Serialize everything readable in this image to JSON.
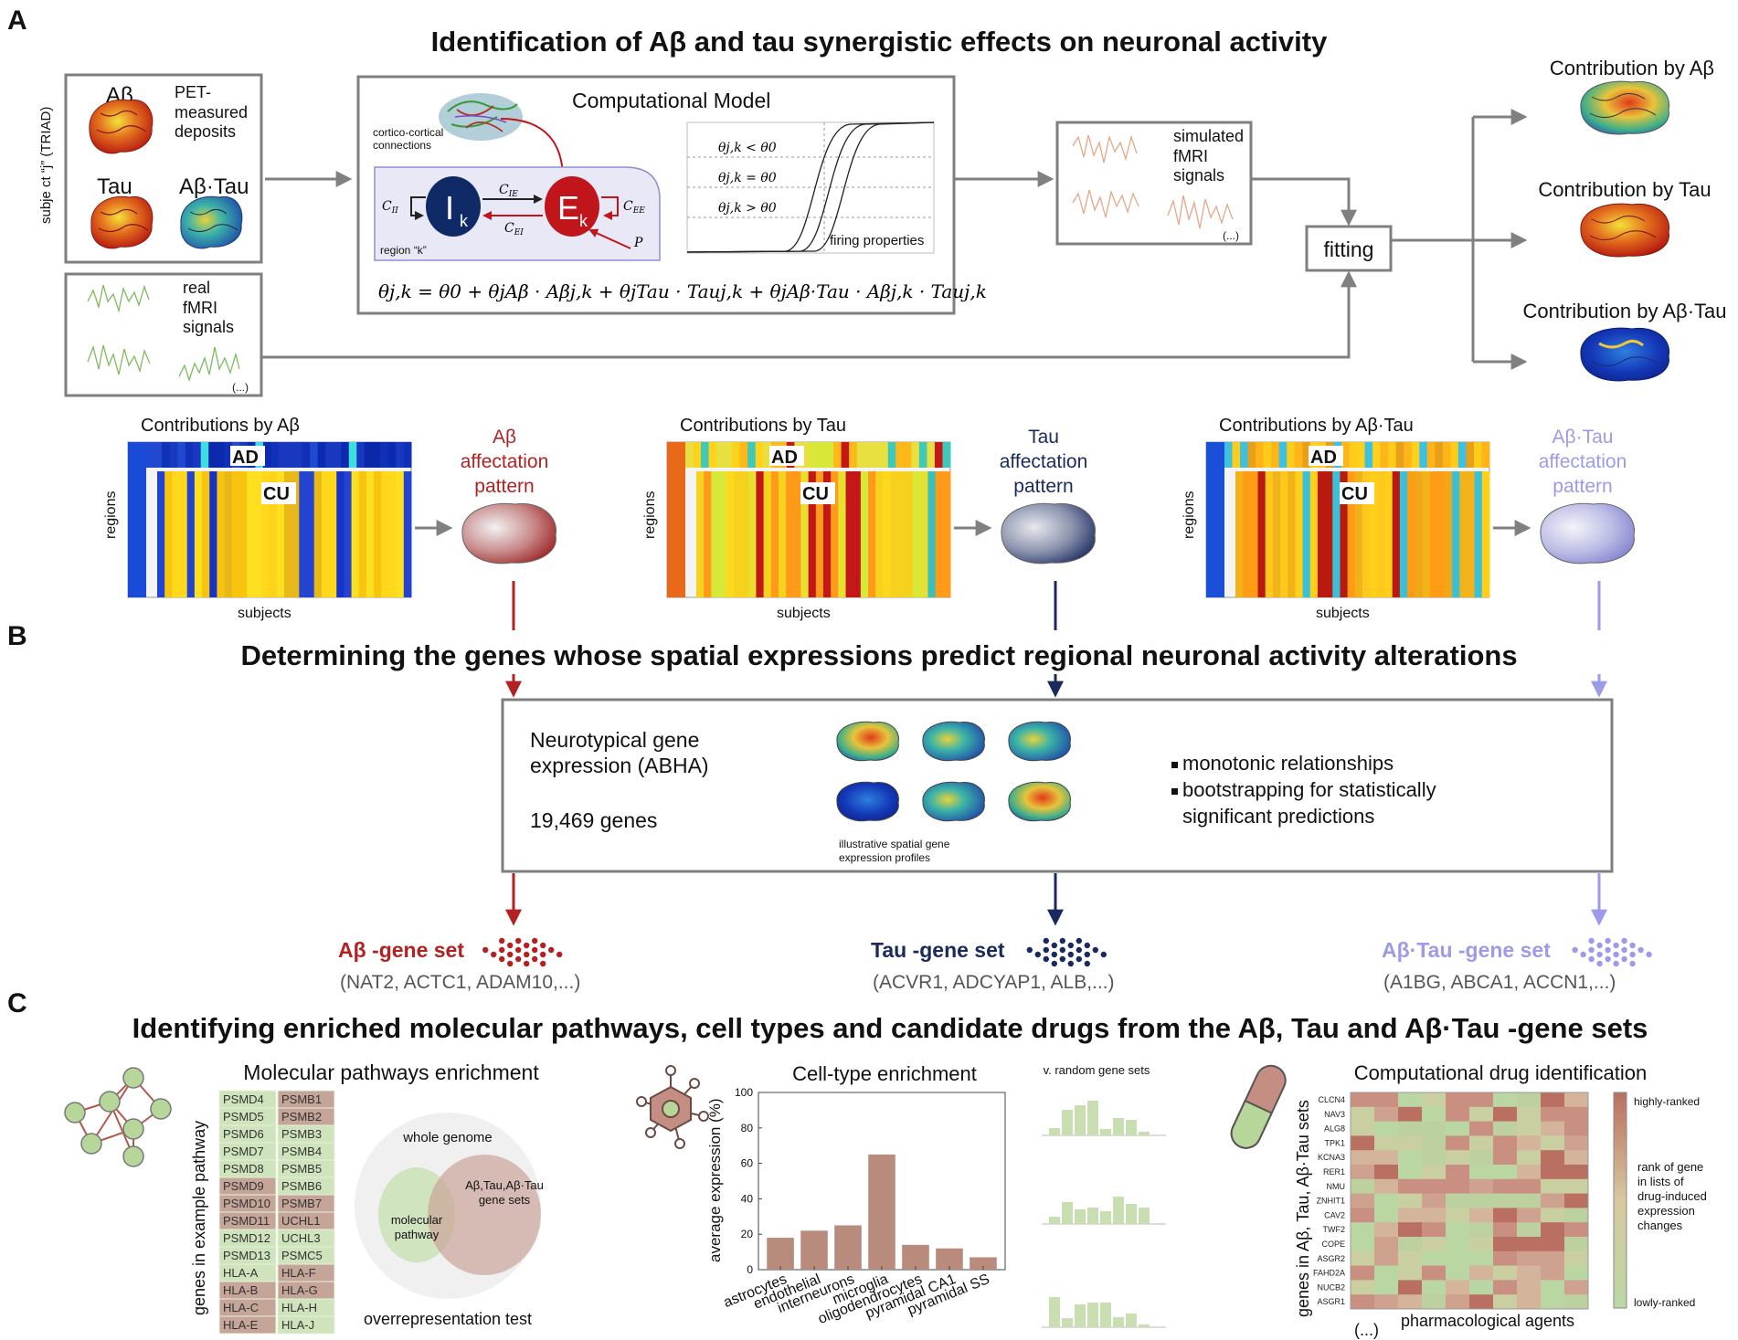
{
  "panels": {
    "a": "A",
    "b": "B",
    "c": "C"
  },
  "titles": {
    "a": "Identification of Aβ and tau synergistic effects on neuronal activity",
    "b": "Determining the genes whose spatial expressions predict regional neuronal activity alterations",
    "c": "Identifying enriched molecular pathways, cell types and candidate drugs from the Aβ, Tau and Aβ·Tau -gene sets"
  },
  "inputs": {
    "subject_label": "subje ct “j” (TRIAD)",
    "ab": "Aβ",
    "pet": [
      "PET-",
      "measured",
      "deposits"
    ],
    "tau": "Tau",
    "abtau": "Aβ·Tau",
    "real_fmri": [
      "real",
      "fMRI",
      "signals"
    ],
    "ellipsis": "(...)"
  },
  "model": {
    "title": "Computational Model",
    "cortico": [
      "cortico-cortical",
      "connections"
    ],
    "region": "region “k”",
    "I": "I",
    "E": "E",
    "sub_k": "k",
    "cii": "C",
    "cii_sub": "II",
    "cie": "C",
    "cie_sub": "IE",
    "cei": "C",
    "cei_sub": "EI",
    "cee": "C",
    "cee_sub": "EE",
    "p": "P",
    "theta_lt": "θj,k < θ0",
    "theta_eq": "θj,k = θ0",
    "theta_gt": "θj,k > θ0",
    "firing": "firing properties",
    "equation": "θj,k = θ0 + θjAβ · Aβj,k + θjTau · Tauj,k + θjAβ·Tau · Aβj,k · Tauj,k"
  },
  "simulated": {
    "lines": [
      "simulated",
      "fMRI",
      "signals"
    ],
    "ellipsis": "(...)"
  },
  "fitting": "fitting",
  "contributions": [
    "Contribution by Aβ",
    "Contribution by Tau",
    "Contribution by Aβ·Tau"
  ],
  "heatmaps": [
    {
      "title": "Contributions by Aβ",
      "ad": "AD",
      "cu": "CU",
      "regions": "regions",
      "subjects": "subjects",
      "pattern": [
        "Aβ",
        "affectation",
        "pattern"
      ],
      "color": "#b22222"
    },
    {
      "title": "Contributions by Tau",
      "ad": "AD",
      "cu": "CU",
      "regions": "regions",
      "subjects": "subjects",
      "pattern": [
        "Tau",
        "affectation",
        "pattern"
      ],
      "color": "#1b2a5e"
    },
    {
      "title": "Contributions by Aβ·Tau",
      "ad": "AD",
      "cu": "CU",
      "regions": "regions",
      "subjects": "subjects",
      "pattern": [
        "Aβ·Tau",
        "affectation",
        "pattern"
      ],
      "color": "#9b9bea"
    }
  ],
  "genebox": {
    "neurotypical": [
      "Neurotypical    gene",
      "expression (ABHA)"
    ],
    "count": "19,469 genes",
    "illustrative": [
      "illustrative spatial gene",
      "expression profiles"
    ],
    "bullets": [
      "monotonic relationships",
      "bootstrapping    for    statistically",
      "significant  predictions"
    ]
  },
  "genesets": [
    {
      "name": "Aβ -gene set",
      "examples": "(NAT2, ACTC1, ADAM10,...)",
      "color": "#b22222"
    },
    {
      "name": "Tau -gene set",
      "examples": "(ACVR1, ADCYAP1, ALB,...)",
      "color": "#1b2a5e"
    },
    {
      "name": "Aβ·Tau -gene set",
      "examples": "(A1BG, ABCA1, ACCN1,...)",
      "color": "#9b9bea"
    }
  ],
  "pathways": {
    "title": "Molecular pathways enrichment",
    "ylabel": "genes in example pathway",
    "col1": [
      "PSMD4",
      "PSMD5",
      "PSMD6",
      "PSMD7",
      "PSMD8",
      "PSMD9",
      "PSMD10",
      "PSMD11",
      "PSMD12",
      "PSMD13",
      "HLA-A",
      "HLA-B",
      "HLA-C",
      "HLA-E"
    ],
    "col2": [
      "PSMB1",
      "PSMB2",
      "PSMB3",
      "PSMB4",
      "PSMB5",
      "PSMB6",
      "PSMB7",
      "UCHL1",
      "UCHL3",
      "PSMC5",
      "HLA-F",
      "HLA-G",
      "HLA-H",
      "HLA-J"
    ],
    "col1_hl": [
      false,
      false,
      false,
      false,
      false,
      true,
      true,
      true,
      false,
      false,
      false,
      true,
      true,
      true
    ],
    "col2_hl": [
      true,
      true,
      false,
      false,
      false,
      false,
      true,
      true,
      false,
      false,
      true,
      true,
      false,
      false
    ],
    "venn_genome": "whole genome",
    "venn_pathway": [
      "molecular",
      "pathway"
    ],
    "venn_sets": [
      "Aβ,Tau,Aβ·Tau",
      "gene sets"
    ],
    "venn_test": "overrepresentation test"
  },
  "celltype": {
    "title": "Cell-type enrichment",
    "random_label": "v. random gene sets"
  },
  "chart_data": {
    "type": "bar",
    "title": "Cell-type enrichment",
    "xlabel": "",
    "ylabel": "average expression (%)",
    "ylim": [
      0,
      100
    ],
    "yticks": [
      0,
      20,
      40,
      60,
      80,
      100
    ],
    "categories": [
      "astrocytes",
      "endothelial",
      "interneurons",
      "microglia",
      "oligodendrocytes",
      "pyramidal CA1",
      "pyramidal SS"
    ],
    "values": [
      18,
      22,
      25,
      65,
      14,
      12,
      7
    ],
    "bar_color": "#b98b7c"
  },
  "drugs": {
    "title": "Computational drug identification",
    "ylabel": "genes in Aβ, Tau, Aβ·Tau sets",
    "genes": [
      "CLCN4",
      "NAV3",
      "ALG8",
      "TPK1",
      "KCNA3",
      "RER1",
      "NMU",
      "ZNHIT1",
      "CAV2",
      "TWF2",
      "COPE",
      "ASGR2",
      "FAHD2A",
      "NUCB2",
      "ASGR1"
    ],
    "xlabel": "pharmacological agents",
    "ellipsis": "(...)",
    "legend_top": "highly-ranked",
    "legend_bottom": "lowly-ranked",
    "legend_mid": [
      "rank of gene",
      "in    lists    of",
      "drug-induced",
      "expression",
      "changes"
    ]
  },
  "colors": {
    "ab": "#b22222",
    "tau": "#1b2a5e",
    "abtau": "#9b9bea",
    "grey": "#7f7f7f",
    "green": "#b5d49a",
    "brown": "#b98b7c"
  }
}
